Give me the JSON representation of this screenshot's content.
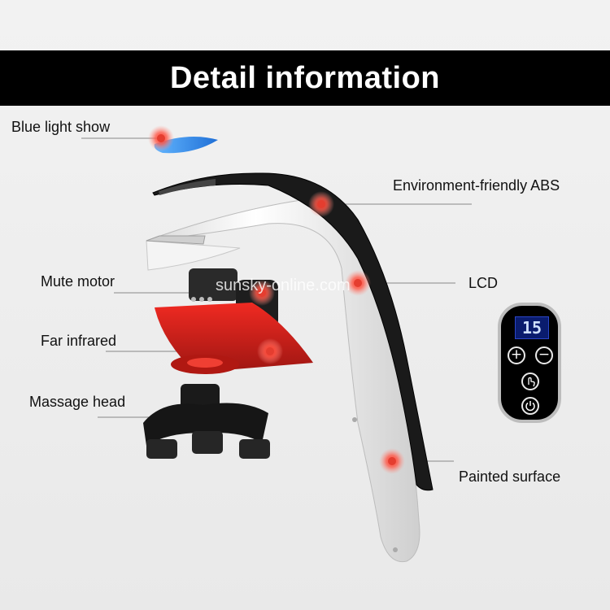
{
  "banner": {
    "title": "Detail information"
  },
  "labels": {
    "blue_light": "Blue light show",
    "abs": "Environment-friendly ABS",
    "mute_motor": "Mute motor",
    "lcd": "LCD",
    "far_infrared": "Far infrared",
    "massage_head": "Massage head",
    "painted_surface": "Painted surface"
  },
  "watermark": "sunsky-online.com",
  "lcd_panel": {
    "display_value": "15",
    "buttons": [
      "plus-icon",
      "minus-icon",
      "touch-mode-icon",
      "power-icon"
    ]
  },
  "colors": {
    "marker": "#e53d2f",
    "banner": "#000000",
    "infrared": "#d42a24",
    "blue_light": "#3a8be8"
  }
}
